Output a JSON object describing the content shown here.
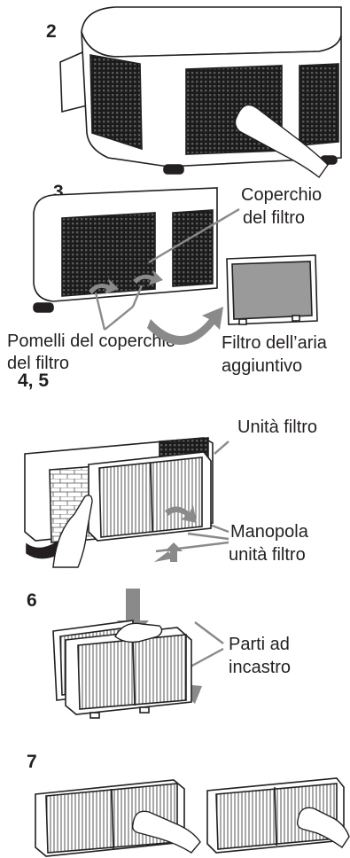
{
  "steps": [
    "2",
    "3",
    "4, 5",
    "6",
    "7"
  ],
  "labels": {
    "filter_cover": [
      "Coperchio",
      "del filtro"
    ],
    "cover_knobs": [
      "Pomelli del coperchio",
      "del filtro"
    ],
    "additional_filter": [
      "Filtro dell’aria",
      "aggiuntivo"
    ],
    "filter_unit": "Unità filtro",
    "filter_unit_knob": [
      "Manopola",
      "unità filtro"
    ],
    "snap_parts": [
      "Parti ad",
      "incastro"
    ]
  },
  "colors": {
    "ink": "#231f20",
    "arrow": "#8a8a8a",
    "grille": "#1b1b1b",
    "filter_gray": "#9a9a9a"
  },
  "icons": [
    "projector-illustration",
    "hand-icon",
    "curved-arrow-icon",
    "filter-pleats"
  ]
}
